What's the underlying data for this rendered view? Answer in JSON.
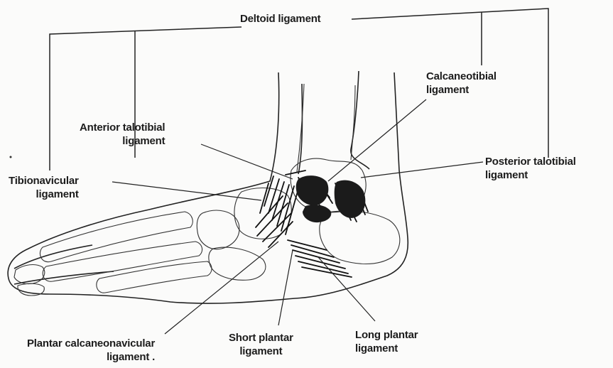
{
  "diagram": {
    "ink_color": "#1a1a1a",
    "background_color": "#fbfbfa",
    "labels": {
      "deltoid": "Deltoid ligament",
      "calcaneotibial_1": "Calcaneotibial",
      "calcaneotibial_2": "ligament",
      "anterior_talotibial_1": "Anterior talotibial",
      "anterior_talotibial_2": "ligament",
      "posterior_talotibial_1": "Posterior talotibial",
      "posterior_talotibial_2": "ligament",
      "tibionavicular_1": "Tibionavicular",
      "tibionavicular_2": "ligament",
      "plantar_calcaneonavicular_1": "Plantar calcaneonavicular",
      "plantar_calcaneonavicular_2": "ligament .",
      "short_plantar_1": "Short plantar",
      "short_plantar_2": "ligament",
      "long_plantar_1": "Long plantar",
      "long_plantar_2": "ligament"
    }
  }
}
